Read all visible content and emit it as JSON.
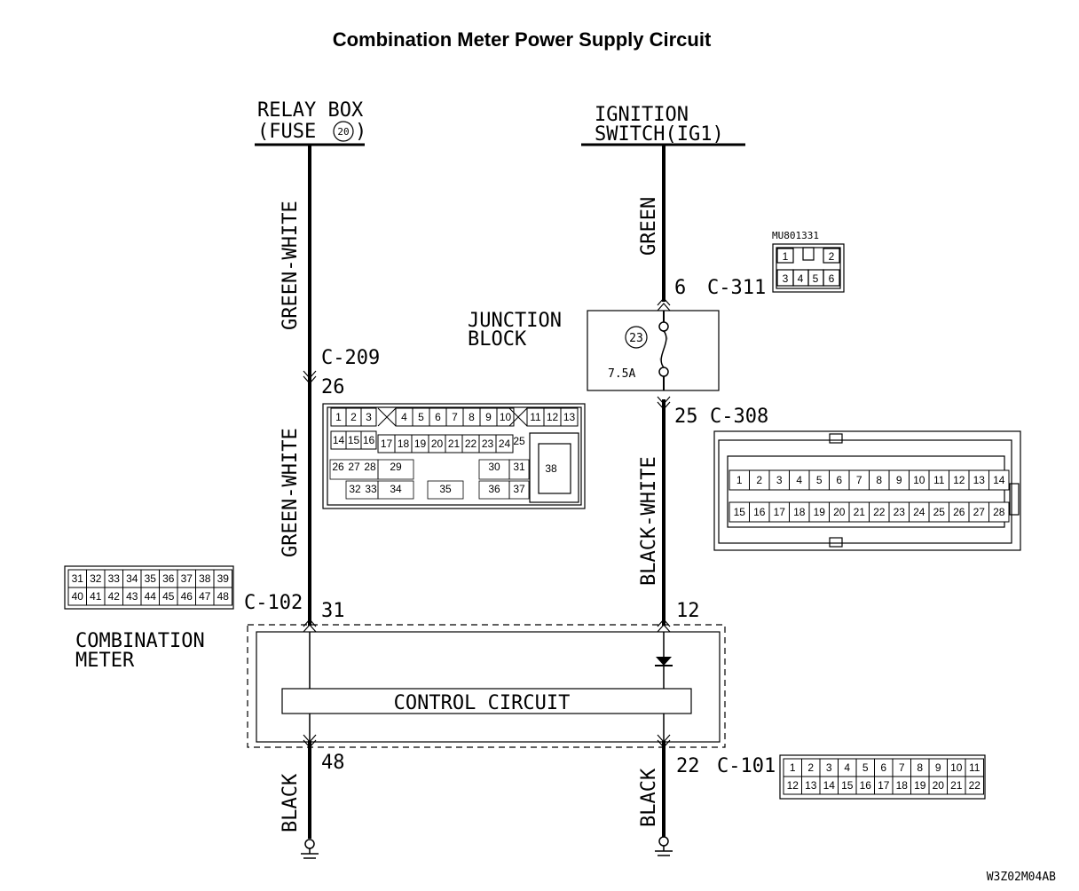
{
  "title": "Combination Meter Power Supply Circuit",
  "relay_box": {
    "line1": "RELAY BOX",
    "line2_prefix": "(FUSE",
    "fuse_no": "20",
    "line2_suffix": ")"
  },
  "ignition": {
    "line1": "IGNITION",
    "line2": "SWITCH(IG1)"
  },
  "wires": {
    "left_upper": "GREEN-WHITE",
    "left_middle": "GREEN-WHITE",
    "left_lower": "BLACK",
    "right_upper": "GREEN",
    "right_middle": "BLACK-WHITE",
    "right_lower": "BLACK"
  },
  "connectors": {
    "c209": {
      "id": "C-209",
      "pin": "26"
    },
    "c311": {
      "pin": "6",
      "id": "C-311",
      "part_no": "MU801331",
      "pins": [
        "1",
        "2",
        "3",
        "4",
        "5",
        "6"
      ]
    },
    "c308": {
      "pin": "25",
      "id": "C-308",
      "row1": [
        "1",
        "2",
        "3",
        "4",
        "5",
        "6",
        "7",
        "8",
        "9",
        "10",
        "11",
        "12",
        "13",
        "14"
      ],
      "row2": [
        "15",
        "16",
        "17",
        "18",
        "19",
        "20",
        "21",
        "22",
        "23",
        "24",
        "25",
        "26",
        "27",
        "28"
      ]
    },
    "c102": {
      "id": "C-102",
      "pin": "31",
      "row1": [
        "31",
        "32",
        "33",
        "34",
        "35",
        "36",
        "37",
        "38",
        "39"
      ],
      "row2": [
        "40",
        "41",
        "42",
        "43",
        "44",
        "45",
        "46",
        "47",
        "48"
      ]
    },
    "c101": {
      "pin": "22",
      "id": "C-101",
      "row1": [
        "1",
        "2",
        "3",
        "4",
        "5",
        "6",
        "7",
        "8",
        "9",
        "10",
        "11"
      ],
      "row2": [
        "12",
        "13",
        "14",
        "15",
        "16",
        "17",
        "18",
        "19",
        "20",
        "21",
        "22"
      ]
    },
    "c209_block": {
      "row1": [
        "1",
        "2",
        "3",
        "4",
        "5",
        "6",
        "7",
        "8",
        "9",
        "10",
        "11",
        "12",
        "13"
      ],
      "row2": [
        "14",
        "15",
        "16",
        "17",
        "18",
        "19",
        "20",
        "21",
        "22",
        "23",
        "24",
        "25"
      ],
      "row3": [
        "26",
        "27",
        "28",
        "29",
        "30",
        "31",
        "38"
      ],
      "row4": [
        "32",
        "33",
        "34",
        "35",
        "36",
        "37"
      ]
    }
  },
  "junction_block": {
    "line1": "JUNCTION",
    "line2": "BLOCK",
    "fuse_no": "23",
    "fuse_rating": "7.5A"
  },
  "meter": {
    "line1": "COMBINATION",
    "line2": "METER",
    "pin_12": "12",
    "pin_48": "48",
    "control": "CONTROL CIRCUIT"
  },
  "figure_code": "W3Z02M04AB"
}
